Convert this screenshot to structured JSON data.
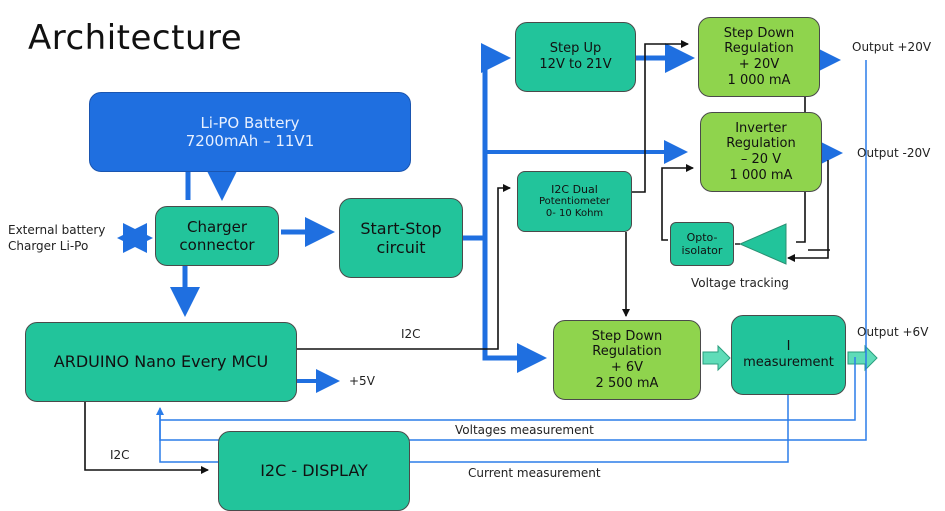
{
  "title": "Architecture",
  "blocks": {
    "battery": [
      "Li-PO Battery",
      "7200mAh – 11V1"
    ],
    "charger": [
      "Charger",
      "connector"
    ],
    "startstop": [
      "Start-Stop",
      "circuit"
    ],
    "arduino": "ARDUINO Nano Every MCU",
    "display": "I2C - DISPLAY",
    "stepup": [
      "Step Up",
      "12V to 21V"
    ],
    "pot": [
      "I2C Dual",
      "Potentiometer",
      "0- 10 Kohm"
    ],
    "sd20": [
      "Step Down",
      "Regulation",
      "+ 20V",
      "1 000 mA"
    ],
    "inv": [
      "Inverter",
      "Regulation",
      "– 20 V",
      "1 000 mA"
    ],
    "opto": [
      "Opto-",
      "isolator"
    ],
    "sd6": [
      "Step Down",
      "Regulation",
      "+ 6V",
      "2 500 mA"
    ],
    "imeas": [
      "I",
      "measurement"
    ]
  },
  "labels": {
    "external": [
      "External battery",
      "Charger Li-Po"
    ],
    "out20": "Output +20V",
    "outm20": "Output -20V",
    "out6": "Output +6V",
    "voltage_tracking": "Voltage tracking",
    "i2c_top": "I2C",
    "i2c_bottom": "I2C",
    "v5": "+5V",
    "voltages_meas": "Voltages measurement",
    "current_meas": "Current measurement"
  },
  "colors": {
    "power_arrow": "#1f6fe0",
    "thin_blue": "#2b7de9",
    "teal_block": "#22c49b",
    "lime_block": "#8fd44d",
    "battery_block": "#1f6fe0"
  }
}
